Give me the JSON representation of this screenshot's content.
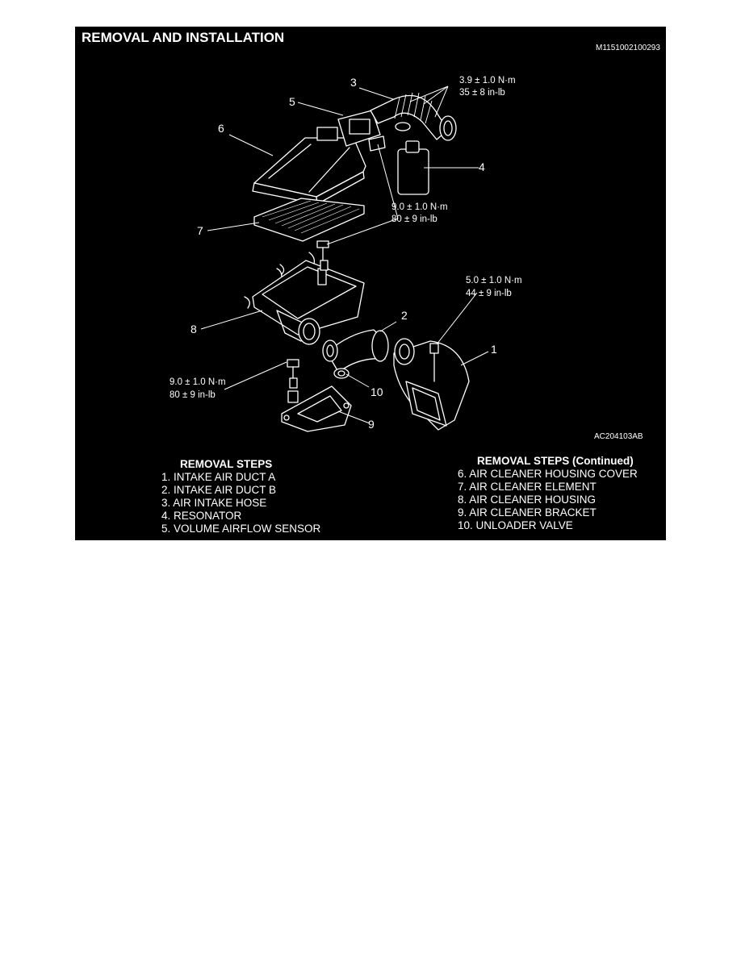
{
  "header": {
    "title": "REMOVAL AND INSTALLATION",
    "doc_code": "M1151002100293"
  },
  "figure_code": "AC204103AB",
  "callouts": [
    "1",
    "2",
    "3",
    "4",
    "5",
    "6",
    "7",
    "8",
    "9",
    "10"
  ],
  "torques": {
    "t1": {
      "nm": "3.9 ± 1.0 N·m",
      "inlb": "35 ± 8 in-lb"
    },
    "t2": {
      "nm": "9.0 ± 1.0 N·m",
      "inlb": "80 ± 9 in-lb"
    },
    "t3": {
      "nm": "5.0 ± 1.0 N·m",
      "inlb": "44 ± 9 in-lb"
    },
    "t4": {
      "nm": "9.0 ± 1.0 N·m",
      "inlb": "80 ± 9 in-lb"
    }
  },
  "removal_steps": {
    "heading": "REMOVAL STEPS",
    "items": [
      "1.  INTAKE AIR DUCT A",
      "2.  INTAKE AIR DUCT B",
      "3.  AIR INTAKE HOSE",
      "4.  RESONATOR",
      "5.  VOLUME AIRFLOW SENSOR"
    ]
  },
  "removal_steps_continued": {
    "heading": "REMOVAL STEPS (Continued)",
    "items": [
      "6.  AIR CLEANER HOUSING COVER",
      "7.  AIR CLEANER ELEMENT",
      "8.  AIR CLEANER HOUSING",
      "9.  AIR CLEANER BRACKET",
      "10. UNLOADER VALVE"
    ]
  }
}
